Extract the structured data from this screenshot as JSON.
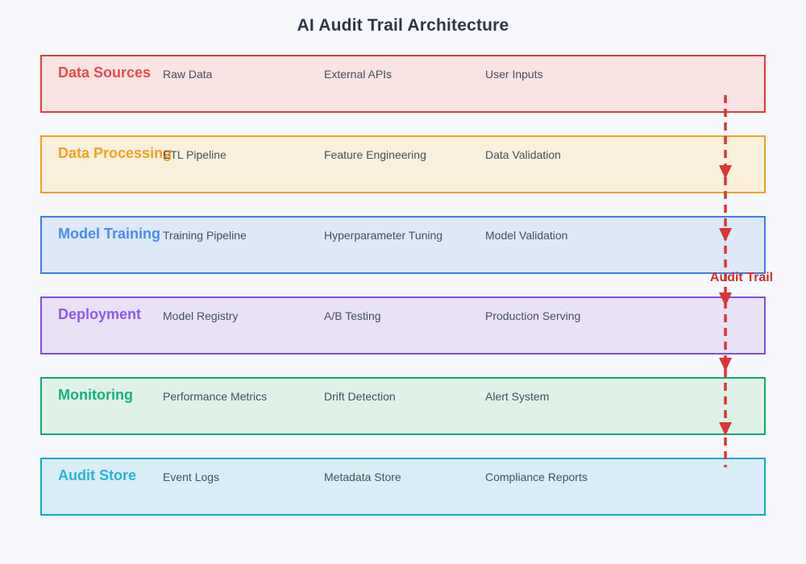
{
  "title": "AI Audit Trail Architecture",
  "audit_trail": {
    "label": "Audit Trail",
    "label_color": "#d32f2f",
    "line_color": "#d93636"
  },
  "layers": [
    {
      "name": "Data Sources",
      "items": [
        "Raw Data",
        "External APIs",
        "User Inputs"
      ],
      "border_color": "#e03c3c",
      "bg_color": "#f9e3e3",
      "title_color": "#e74c4c"
    },
    {
      "name": "Data Processing",
      "items": [
        "ETL Pipeline",
        "Feature Engineering",
        "Data Validation"
      ],
      "border_color": "#eda125",
      "bg_color": "#faf0dc",
      "title_color": "#f2a222"
    },
    {
      "name": "Model Training",
      "items": [
        "Training Pipeline",
        "Hyperparameter Tuning",
        "Model Validation"
      ],
      "border_color": "#3d7fe8",
      "bg_color": "#dde8f8",
      "title_color": "#4a8cf5"
    },
    {
      "name": "Deployment",
      "items": [
        "Model Registry",
        "A/B Testing",
        "Production Serving"
      ],
      "border_color": "#7e4fd8",
      "bg_color": "#e9e2f7",
      "title_color": "#9257ee"
    },
    {
      "name": "Monitoring",
      "items": [
        "Performance Metrics",
        "Drift Detection",
        "Alert System"
      ],
      "border_color": "#12a678",
      "bg_color": "#def2e8",
      "title_color": "#17b07e"
    },
    {
      "name": "Audit Store",
      "items": [
        "Event Logs",
        "Metadata Store",
        "Compliance Reports"
      ],
      "border_color": "#12a7cb",
      "bg_color": "#d8edf5",
      "title_color": "#25b6d9"
    }
  ]
}
